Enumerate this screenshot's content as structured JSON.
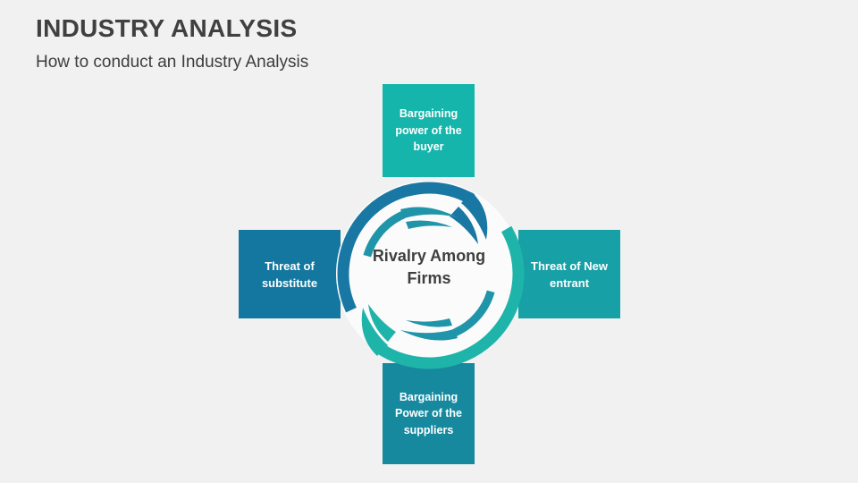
{
  "slide": {
    "title": "INDUSTRY ANALYSIS",
    "subtitle": "How to conduct an Industry Analysis"
  },
  "diagram": {
    "center_label": "Rivalry Among Firms",
    "boxes": [
      {
        "position": "top",
        "label": "Bargaining power of the buyer",
        "color": "#16b5ab"
      },
      {
        "position": "right",
        "label": "Threat of New entrant",
        "color": "#17a0a6"
      },
      {
        "position": "bottom",
        "label": "Bargaining Power of the suppliers",
        "color": "#16899f"
      },
      {
        "position": "left",
        "label": "Threat of substitute",
        "color": "#14779f"
      }
    ],
    "graphic": {
      "name": "rivalry-cycle-swirl",
      "outer_arc_blue": "#1878a3",
      "outer_arc_teal": "#1fb4aa",
      "inner_swirl": "#2094a9",
      "circle_fill": "#fbfbfc"
    }
  },
  "colors": {
    "background": "#f1f1f2",
    "title_text": "#404040",
    "subtitle_text": "#3d3d3d",
    "center_text": "#3f3f3f",
    "box_text": "#ffffff"
  }
}
